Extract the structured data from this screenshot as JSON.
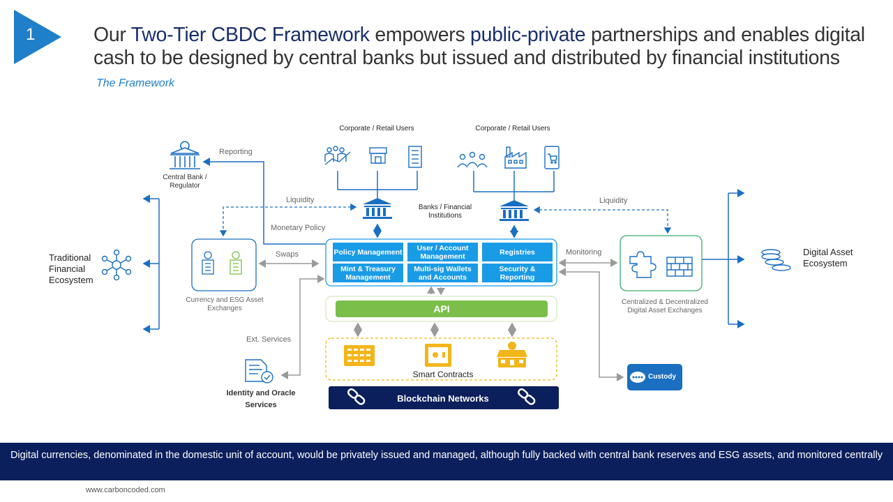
{
  "slide": {
    "number": "1"
  },
  "title": {
    "part1": "Our ",
    "highlight1": "Two-Tier CBDC Framework",
    "part2": " empowers ",
    "highlight2": "public-private",
    "part3": " partnerships and enables digital cash to be designed by central banks but issued and distributed by financial institutions"
  },
  "subtitle": "The Framework",
  "diagram": {
    "corporate_left": "Corporate / Retail Users",
    "corporate_right": "Corporate / Retail Users",
    "central_bank": "Central Bank / Regulator",
    "reporting": "Reporting",
    "liquidity_left": "Liquidity",
    "liquidity_right": "Liquidity",
    "banks": "Banks / Financial Institutions",
    "monetary_policy": "Monetary Policy",
    "swaps": "Swaps",
    "monitoring": "Monitoring",
    "ext_services": "Ext. Services",
    "traditional": "Traditional Financial Ecosystem",
    "digital_asset": "Digital Asset Ecosystem",
    "currency_esg": "Currency and ESG Asset Exchanges",
    "centralized": "Centralized & Decentralized Digital Asset Exchanges",
    "modules": {
      "policy": "Policy Management",
      "user_account": "User / Account Management",
      "registries": "Registries",
      "mint": "Mint & Treasury Management",
      "multisig": "Multi-sig Wallets and Accounts",
      "security": "Security & Reporting"
    },
    "api": "API",
    "smart_contracts": "Smart Contracts",
    "blockchain": "Blockchain Networks",
    "identity": "Identity and Oracle Services",
    "custody": "Custody"
  },
  "footer": {
    "text": "Digital currencies, denominated in the domestic unit of account, would be privately issued and managed, although fully backed with central bank reserves and ESG assets, and monitored centrally",
    "url": "www.carboncoded.com"
  },
  "colors": {
    "navy": "#0b1f5c",
    "accent_blue": "#1a9be6",
    "title_blue": "#1f7fc9",
    "green": "#7bbf4a",
    "gold": "#f2b61b",
    "line_blue": "#1a6fc0",
    "gray": "#9a9a9a"
  },
  "icons": [
    "slide-arrow-icon",
    "central-bank-icon",
    "people-chart-icon",
    "storefront-icon",
    "office-building-icon",
    "group-icon",
    "factory-icon",
    "mobile-cart-icon",
    "bank-icon",
    "network-icon",
    "dollar-building-icon",
    "puzzle-icon",
    "brick-wall-icon",
    "coins-icon",
    "document-check-icon",
    "chip-icon",
    "safe-icon",
    "coin-shop-icon",
    "chain-link-icon"
  ]
}
